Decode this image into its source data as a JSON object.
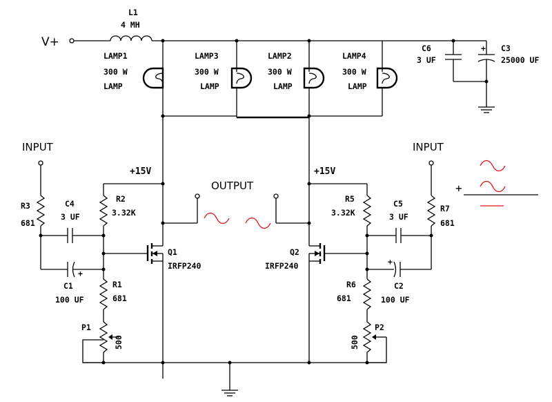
{
  "labels": {
    "vplus": "V+",
    "l1": "L1",
    "l1_val": "4 MH",
    "lamp1": "LAMP1",
    "lamp3": "LAMP3",
    "lamp2": "LAMP2",
    "lamp4": "LAMP4",
    "lamp_watts": "300 W",
    "lamp_word": "LAMP",
    "c6": "C6",
    "c6_val": "3 UF",
    "c3": "C3",
    "c3_val": "25000 UF",
    "input_left": "INPUT",
    "input_right": "INPUT",
    "plus15_left": "+15V",
    "plus15_right": "+15V",
    "output": "OUTPUT",
    "r3": "R3",
    "r3_val": "681",
    "c4": "C4",
    "c4_val": "3 UF",
    "r2": "R2",
    "r2_val": "3.32K",
    "c1": "C1",
    "c1_val": "100 UF",
    "r1": "R1",
    "r1_val": "681",
    "q1": "Q1",
    "q1_part": "IRFP240",
    "p1": "P1",
    "p1_val": "500",
    "r5": "R5",
    "r5_val": "3.32K",
    "c5": "C5",
    "c5_val": "3 UF",
    "r7": "R7",
    "r7_val": "681",
    "q2": "Q2",
    "q2_part": "IRFP240",
    "r6": "R6",
    "r6_val": "681",
    "c2": "C2",
    "c2_val": "100 UF",
    "p2": "P2",
    "p2_val": "500",
    "plus_sign": "+",
    "cap_plus": "+"
  },
  "colors": {
    "wire": "#000000",
    "annotation": "#e0161b",
    "background": "#ffffff"
  }
}
